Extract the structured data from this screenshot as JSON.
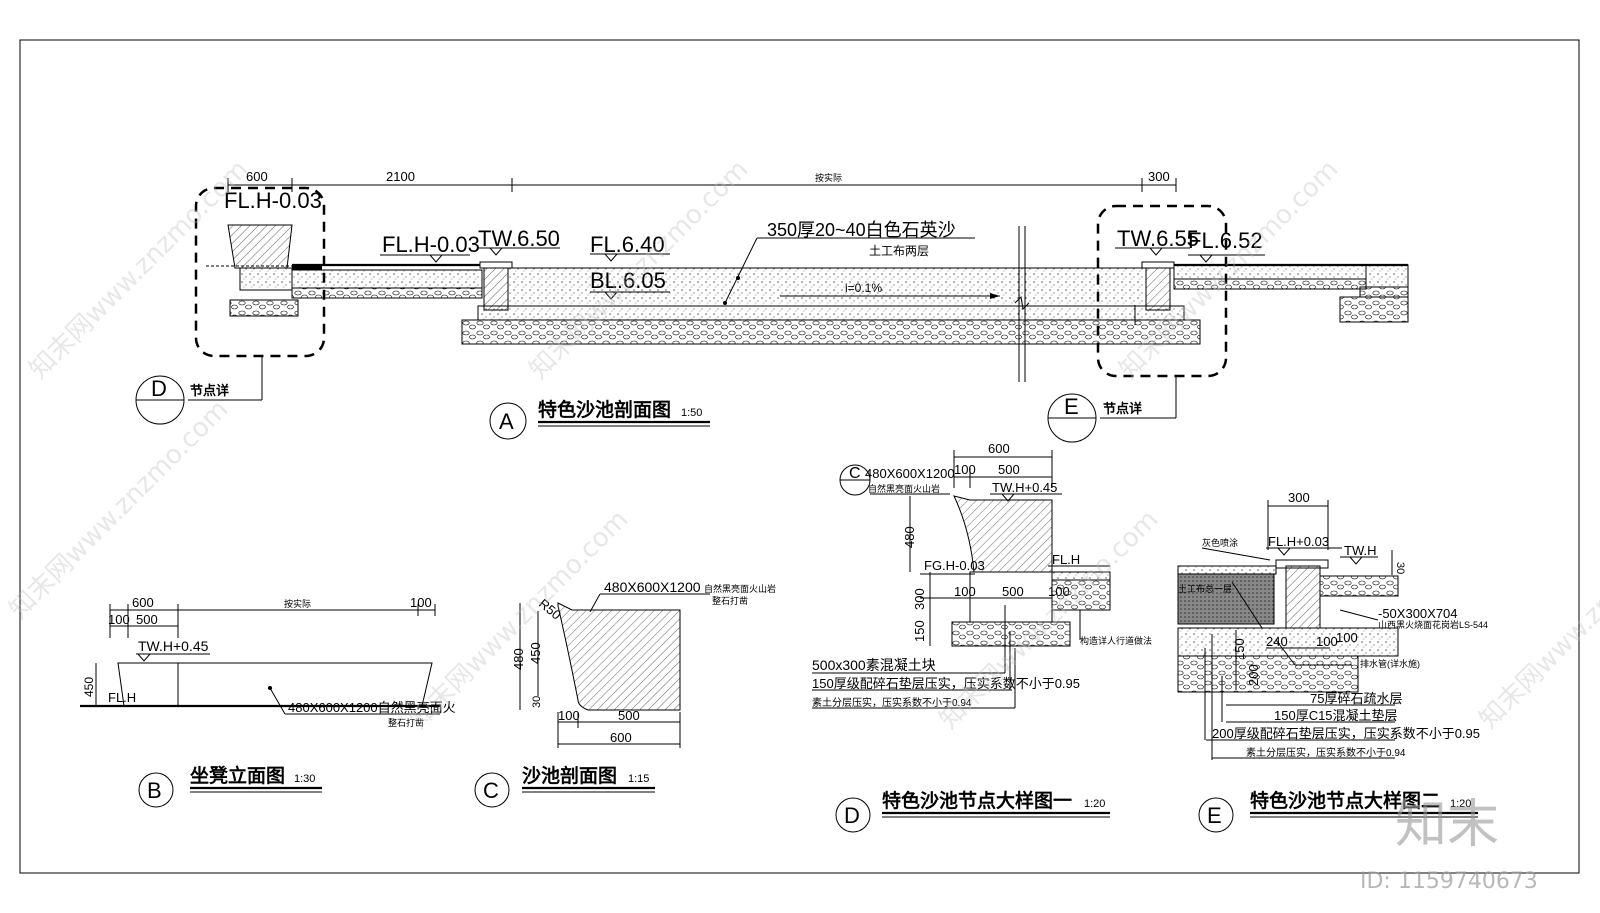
{
  "sectionA": {
    "dims": {
      "d600": "600",
      "d2100": "2100",
      "actual": "按实际",
      "d300": "300"
    },
    "left_flh": "FL.H-0.03",
    "flh_mid": "FL.H-0.03",
    "tw650": "TW.6.50",
    "fl640": "FL.6.40",
    "bl605": "BL.6.05",
    "sand_note_1": "350厚20~40白色石英沙",
    "sand_note_2": "土工布两层",
    "slope": "i=0.1%",
    "tw655": "TW.6.55",
    "fl652": "FL.6.52",
    "callout_d": {
      "letter": "D",
      "text": "节点详"
    },
    "callout_e": {
      "letter": "E",
      "text": "节点详"
    },
    "title": {
      "letter": "A",
      "name": "特色沙池剖面图",
      "scale": "1:50"
    }
  },
  "sectionB": {
    "dims": {
      "d600": "600",
      "actual": "按实际",
      "d100": "100",
      "d100b": "100",
      "d500": "500"
    },
    "twh": "TW.H+0.45",
    "d450": "450",
    "flh": "FL.H",
    "stone": "480X600X1200自然黑亮面火",
    "stone2": "整石打凿",
    "title": {
      "letter": "B",
      "name": "坐凳立面图",
      "scale": "1:30"
    }
  },
  "sectionC": {
    "r50": "R50",
    "stone": "480X600X1200",
    "stone_note": "自然黑亮面火山岩",
    "stone_note2": "整石打凿",
    "d480": "480",
    "d450": "450",
    "d30": "30",
    "d100": "100",
    "d500": "500",
    "d600": "600",
    "title": {
      "letter": "C",
      "name": "沙池剖面图",
      "scale": "1:15"
    }
  },
  "sectionD": {
    "d600": "600",
    "d100": "100",
    "d500": "500",
    "callout_c": "C",
    "stone": "480X600X1200",
    "stone_note": "自然黑亮面火山岩",
    "twh": "TW.H+0.45",
    "d480": "480",
    "fgh": "FG.H-0.03",
    "flh": "FL.H",
    "d100a": "100",
    "d500b": "500",
    "d100b": "100",
    "d300": "300",
    "d150": "150",
    "pave_note": "构造详人行道做法",
    "n1": "500x300素混凝土块",
    "n2": "150厚级配碎石垫层压实，压实系数不小于0.95",
    "n3": "素土分层压实，压实系数不小于0.94",
    "title": {
      "letter": "D",
      "name": "特色沙池节点大样图一",
      "scale": "1:20"
    }
  },
  "sectionE": {
    "d300": "300",
    "grey": "灰色喷涂",
    "flh": "FL.H+0.03",
    "twh": "TW.H",
    "d30": "30",
    "geo": "土工布总一层",
    "curb": "-50X300X704",
    "curb2": "山西黑火烧面花岗岩LS-544",
    "d240": "240",
    "d100": "100",
    "d100c": "100",
    "drain": "排水管(详水施)",
    "d150": "150",
    "d200": "200",
    "n1": "75厚碎石疏水层",
    "n2": "150厚C15混凝土垫层",
    "n3": "200厚级配碎石垫层压实，压实系数不小于0.95",
    "n4": "素土分层压实，压实系数不小于0.94",
    "title": {
      "letter": "E",
      "name": "特色沙池节点大样图二",
      "scale": "1:20"
    }
  },
  "watermark": {
    "text": "知末网www.znzmo.com",
    "logo": "知末",
    "id": "ID: 1159740673"
  }
}
